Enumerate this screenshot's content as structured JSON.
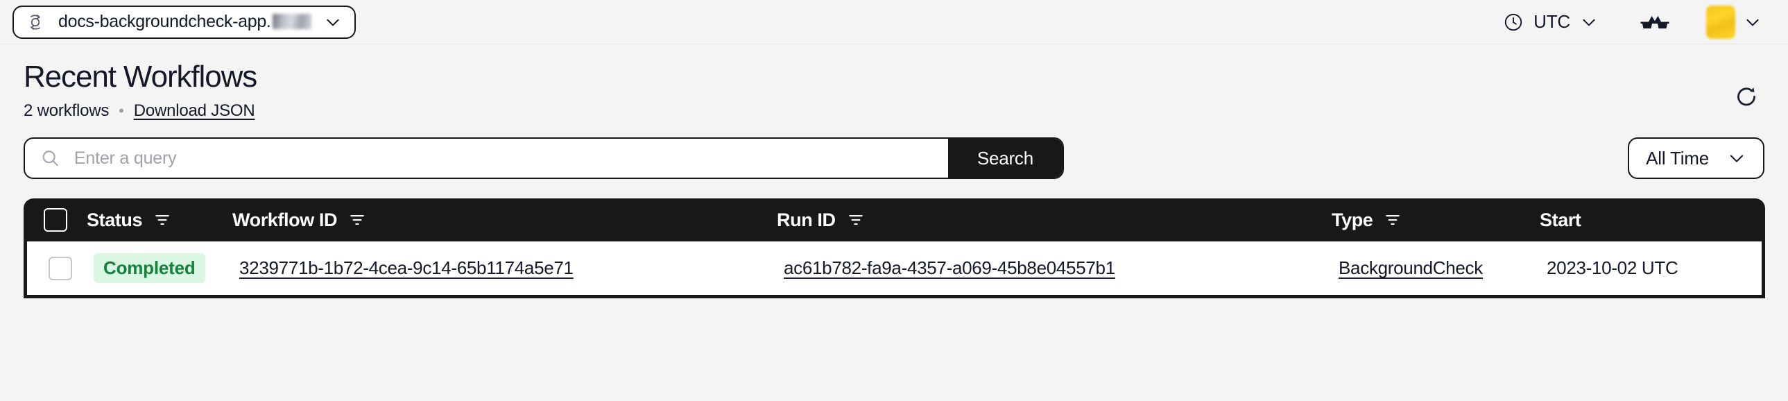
{
  "appbar": {
    "namespace_icon": "temporal-namespace-icon",
    "namespace_label": "docs-backgroundcheck-app.",
    "namespace_chevron": "chevron-down-icon",
    "timezone_icon": "clock-icon",
    "timezone_label": "UTC",
    "timezone_chevron": "chevron-down-icon",
    "labs_icon": "glasses-icon",
    "avatar": "user-avatar",
    "user_chevron": "chevron-down-icon"
  },
  "page": {
    "title": "Recent Workflows",
    "count_label": "2 workflows",
    "separator": "•",
    "download_label": "Download JSON",
    "refresh_icon": "refresh-icon"
  },
  "search": {
    "icon": "search-icon",
    "placeholder": "Enter a query",
    "value": "",
    "button_label": "Search",
    "time_filter_label": "All Time",
    "time_filter_chevron": "chevron-down-icon"
  },
  "table": {
    "columns": [
      {
        "key": "status",
        "label": "Status",
        "filter": true
      },
      {
        "key": "workflow",
        "label": "Workflow ID",
        "filter": true
      },
      {
        "key": "run",
        "label": "Run ID",
        "filter": true
      },
      {
        "key": "type",
        "label": "Type",
        "filter": true
      },
      {
        "key": "start",
        "label": "Start",
        "filter": false
      }
    ],
    "rows": [
      {
        "status": "Completed",
        "workflow_id": "3239771b-1b72-4cea-9c14-65b1174a5e71",
        "run_id": "ac61b782-fa9a-4357-a069-45b8e04557b1",
        "type": "BackgroundCheck",
        "start": "2023-10-02 UTC"
      }
    ]
  },
  "colors": {
    "page_bg": "#f4f4f5",
    "ink": "#141827",
    "table_header_bg": "#18181b",
    "badge_bg": "#d9f7e2",
    "badge_text": "#16803c",
    "avatar_yellow": "#f5c518"
  }
}
